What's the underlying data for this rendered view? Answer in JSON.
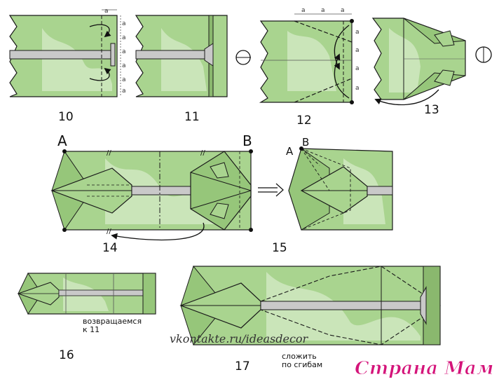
{
  "steps": {
    "s10": "10",
    "s11": "11",
    "s12": "12",
    "s13": "13",
    "s14": "14",
    "s15": "15",
    "s16": "16",
    "s17": "17"
  },
  "corners": {
    "a14": "A",
    "b14": "B",
    "a15": "A",
    "b15": "B"
  },
  "measure_label": "a",
  "notes": {
    "return_line1": "возвращаемся",
    "return_line2": "к 11",
    "fold_line1": "сложить",
    "fold_line2": "по сгибам"
  },
  "credit": "vkontakte.ru/ideasdecor",
  "logo": "Страна Мам . ру",
  "colors": {
    "paper_green": "#a9d48f",
    "paper_light": "#d9edcb",
    "stem_gray": "#c9c9c9",
    "outline": "#1a1a1a",
    "logo": "#d4147a"
  }
}
